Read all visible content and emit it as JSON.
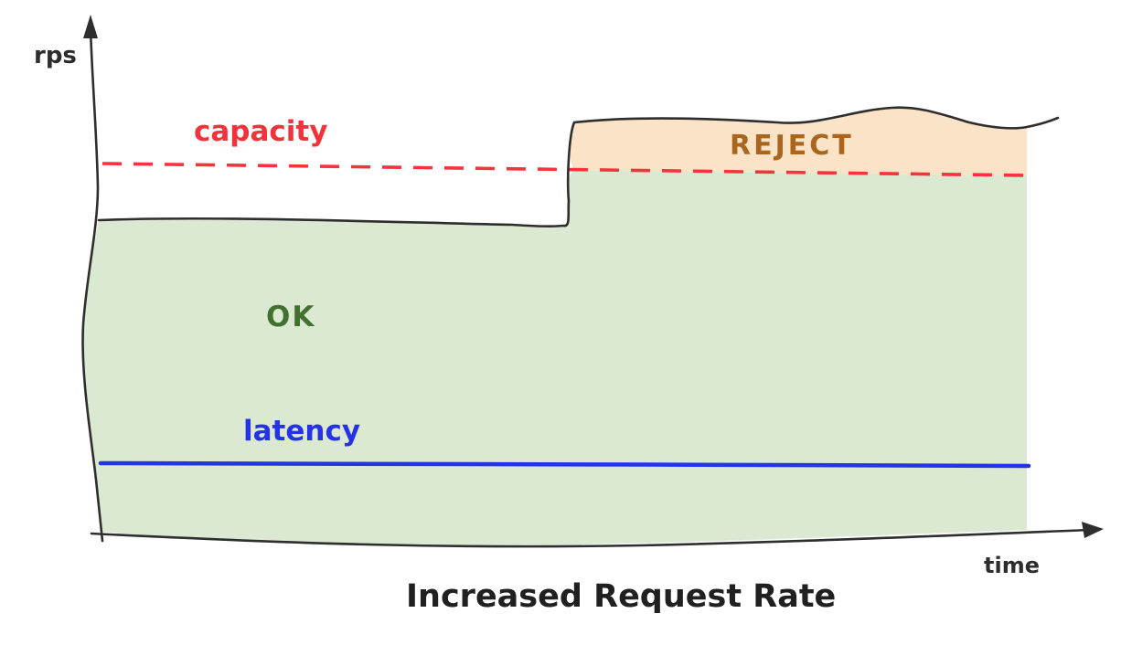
{
  "diagram": {
    "title": "Increased Request Rate",
    "y_axis_label": "rps",
    "x_axis_label": "time",
    "capacity_label": "capacity",
    "reject_label": "REJECT",
    "ok_label": "OK",
    "latency_label": "latency"
  },
  "colors": {
    "background": "#ffffff",
    "ok_region_fill": "#dbe8d2",
    "reject_region_fill": "#fae3c6",
    "capacity_line": "#f4343c",
    "capacity_text": "#f2333b",
    "reject_text": "#aa661f",
    "ok_text": "#41702f",
    "latency_line": "#2333e6",
    "latency_text": "#2533e8",
    "ink": "#2e2e2e",
    "title_text": "#202020"
  },
  "chart_data": {
    "type": "area",
    "title": "Increased Request Rate",
    "xlabel": "time",
    "ylabel": "rps",
    "series": [
      {
        "name": "request rate",
        "shape": "starts below capacity, steps up above capacity partway through time and stays elevated"
      },
      {
        "name": "capacity",
        "shape": "constant dashed threshold line"
      },
      {
        "name": "latency",
        "shape": "constant low flat line"
      }
    ],
    "regions": [
      {
        "label": "OK",
        "meaning": "traffic below capacity (green area)"
      },
      {
        "label": "REJECT",
        "meaning": "traffic above capacity (orange area)"
      }
    ],
    "legend_position": "inline annotations",
    "grid": false
  }
}
